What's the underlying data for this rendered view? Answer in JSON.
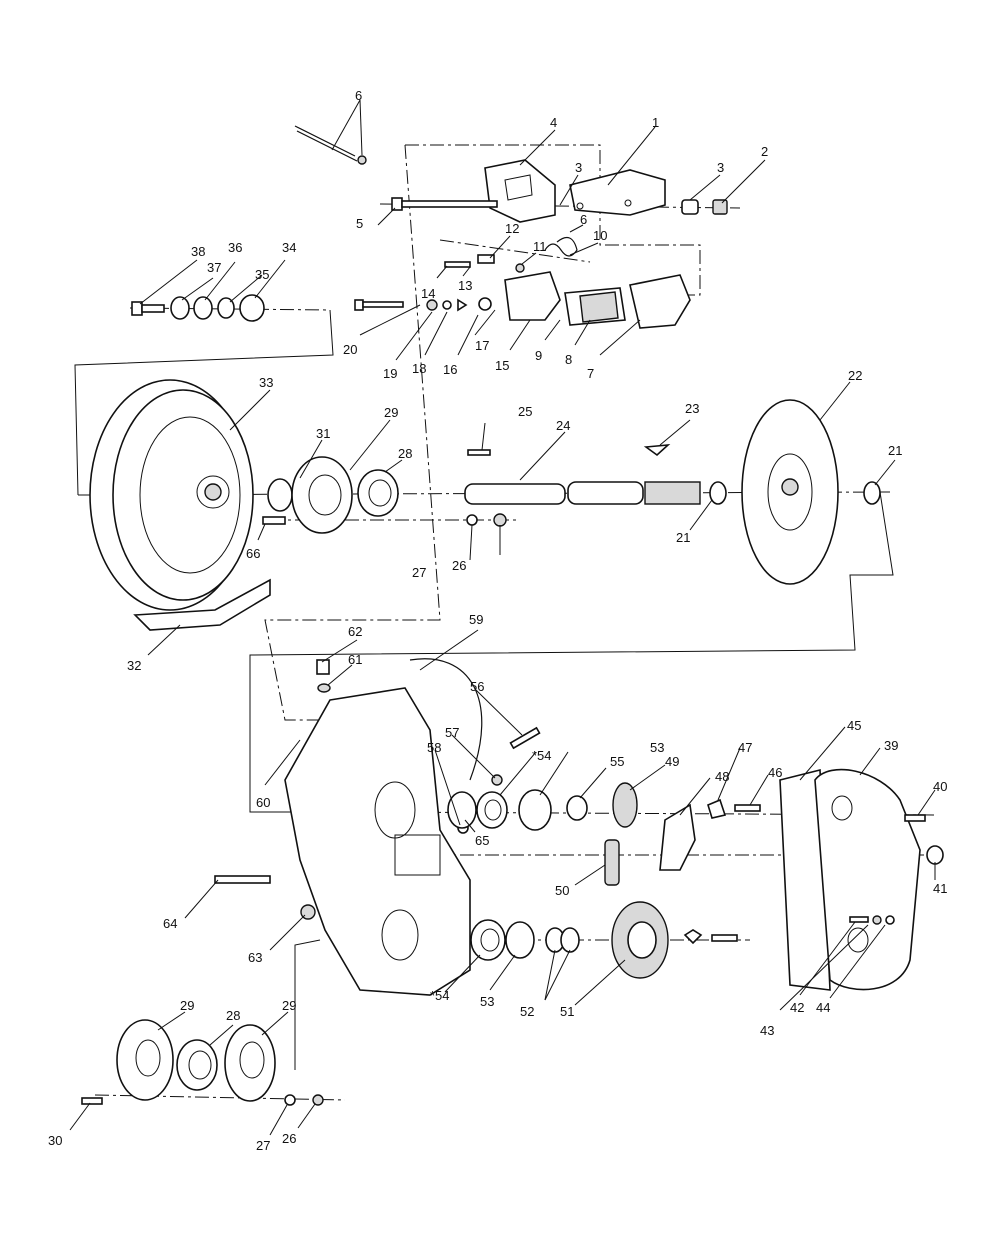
{
  "diagram": {
    "type": "exploded-parts-view",
    "callouts": [
      {
        "id": "c1",
        "label": "1"
      },
      {
        "id": "c2",
        "label": "2"
      },
      {
        "id": "c3a",
        "label": "3"
      },
      {
        "id": "c3b",
        "label": "3"
      },
      {
        "id": "c4",
        "label": "4"
      },
      {
        "id": "c5",
        "label": "5"
      },
      {
        "id": "c6a",
        "label": "6"
      },
      {
        "id": "c6b",
        "label": "6"
      },
      {
        "id": "c7",
        "label": "7"
      },
      {
        "id": "c8",
        "label": "8"
      },
      {
        "id": "c9",
        "label": "9"
      },
      {
        "id": "c10",
        "label": "10"
      },
      {
        "id": "c11",
        "label": "11"
      },
      {
        "id": "c12",
        "label": "12"
      },
      {
        "id": "c13",
        "label": "13"
      },
      {
        "id": "c14",
        "label": "14"
      },
      {
        "id": "c15",
        "label": "15"
      },
      {
        "id": "c16",
        "label": "16"
      },
      {
        "id": "c17",
        "label": "17"
      },
      {
        "id": "c18",
        "label": "18"
      },
      {
        "id": "c19",
        "label": "19"
      },
      {
        "id": "c20",
        "label": "20"
      },
      {
        "id": "c21a",
        "label": "21"
      },
      {
        "id": "c21b",
        "label": "21"
      },
      {
        "id": "c22",
        "label": "22"
      },
      {
        "id": "c23",
        "label": "23"
      },
      {
        "id": "c24",
        "label": "24"
      },
      {
        "id": "c25",
        "label": "25"
      },
      {
        "id": "c26a",
        "label": "26"
      },
      {
        "id": "c26b",
        "label": "26"
      },
      {
        "id": "c27a",
        "label": "27"
      },
      {
        "id": "c27b",
        "label": "27"
      },
      {
        "id": "c28a",
        "label": "28"
      },
      {
        "id": "c28b",
        "label": "28"
      },
      {
        "id": "c29a",
        "label": "29"
      },
      {
        "id": "c29b",
        "label": "29"
      },
      {
        "id": "c29c",
        "label": "29"
      },
      {
        "id": "c30",
        "label": "30"
      },
      {
        "id": "c31",
        "label": "31"
      },
      {
        "id": "c32",
        "label": "32"
      },
      {
        "id": "c33",
        "label": "33"
      },
      {
        "id": "c34",
        "label": "34"
      },
      {
        "id": "c35",
        "label": "35"
      },
      {
        "id": "c36",
        "label": "36"
      },
      {
        "id": "c37",
        "label": "37"
      },
      {
        "id": "c38",
        "label": "38"
      },
      {
        "id": "c39",
        "label": "39"
      },
      {
        "id": "c40",
        "label": "40"
      },
      {
        "id": "c41",
        "label": "41"
      },
      {
        "id": "c42",
        "label": "42"
      },
      {
        "id": "c43",
        "label": "43"
      },
      {
        "id": "c44",
        "label": "44"
      },
      {
        "id": "c45",
        "label": "45"
      },
      {
        "id": "c46",
        "label": "46"
      },
      {
        "id": "c47",
        "label": "47"
      },
      {
        "id": "c48",
        "label": "48"
      },
      {
        "id": "c49",
        "label": "49"
      },
      {
        "id": "c50",
        "label": "50"
      },
      {
        "id": "c51",
        "label": "51"
      },
      {
        "id": "c52",
        "label": "52"
      },
      {
        "id": "c53a",
        "label": "53"
      },
      {
        "id": "c53b",
        "label": "53"
      },
      {
        "id": "c54a",
        "label": "*54"
      },
      {
        "id": "c54b",
        "label": "*54"
      },
      {
        "id": "c55",
        "label": "55"
      },
      {
        "id": "c56",
        "label": "56"
      },
      {
        "id": "c57",
        "label": "57"
      },
      {
        "id": "c58",
        "label": "58"
      },
      {
        "id": "c59",
        "label": "59"
      },
      {
        "id": "c60",
        "label": "60"
      },
      {
        "id": "c61",
        "label": "61"
      },
      {
        "id": "c62",
        "label": "62"
      },
      {
        "id": "c63",
        "label": "63"
      },
      {
        "id": "c64",
        "label": "64"
      },
      {
        "id": "c65",
        "label": "65"
      },
      {
        "id": "c66",
        "label": "66"
      }
    ]
  }
}
